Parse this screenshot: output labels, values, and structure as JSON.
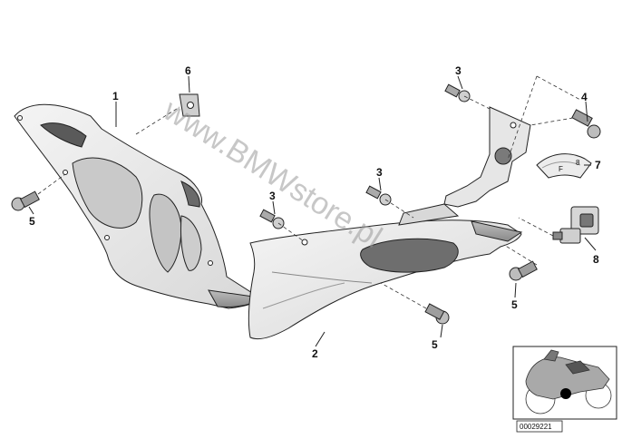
{
  "watermark": "www.BMWstore.pl",
  "reference_number": "00029221",
  "callouts": [
    {
      "id": "c1",
      "label": "1"
    },
    {
      "id": "c2",
      "label": "2"
    },
    {
      "id": "c3a",
      "label": "3"
    },
    {
      "id": "c3b",
      "label": "3"
    },
    {
      "id": "c3c",
      "label": "3"
    },
    {
      "id": "c4",
      "label": "4"
    },
    {
      "id": "c5a",
      "label": "5"
    },
    {
      "id": "c5b",
      "label": "5"
    },
    {
      "id": "c5c",
      "label": "5"
    },
    {
      "id": "c6",
      "label": "6"
    },
    {
      "id": "c7",
      "label": "7"
    },
    {
      "id": "c8",
      "label": "8"
    }
  ]
}
